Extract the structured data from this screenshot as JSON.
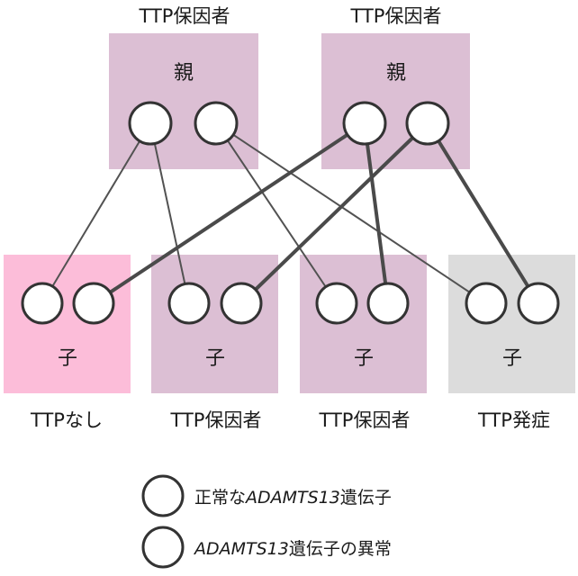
{
  "parents": [
    {
      "status": "TTP保因者",
      "label": "親",
      "box_color": "#dcbfd4",
      "alleles": [
        "normal",
        "abnormal"
      ]
    },
    {
      "status": "TTP保因者",
      "label": "親",
      "box_color": "#dcbfd4",
      "alleles": [
        "normal",
        "abnormal"
      ]
    }
  ],
  "children": [
    {
      "status": "TTPなし",
      "label": "子",
      "box_color": "#fcbdd9",
      "alleles": [
        "normal",
        "normal"
      ]
    },
    {
      "status": "TTP保因者",
      "label": "子",
      "box_color": "#dcbfd4",
      "alleles": [
        "normal",
        "abnormal"
      ]
    },
    {
      "status": "TTP保因者",
      "label": "子",
      "box_color": "#dcbfd4",
      "alleles": [
        "abnormal",
        "normal"
      ]
    },
    {
      "status": "TTP発症",
      "label": "子",
      "box_color": "#dcdcdc",
      "alleles": [
        "abnormal",
        "abnormal"
      ]
    }
  ],
  "inheritance": [
    {
      "parent": 0,
      "parent_allele": 0,
      "child": 0,
      "child_allele": 0
    },
    {
      "parent": 0,
      "parent_allele": 0,
      "child": 1,
      "child_allele": 0
    },
    {
      "parent": 0,
      "parent_allele": 1,
      "child": 2,
      "child_allele": 0
    },
    {
      "parent": 0,
      "parent_allele": 1,
      "child": 3,
      "child_allele": 0
    },
    {
      "parent": 1,
      "parent_allele": 0,
      "child": 0,
      "child_allele": 1
    },
    {
      "parent": 1,
      "parent_allele": 0,
      "child": 2,
      "child_allele": 1
    },
    {
      "parent": 1,
      "parent_allele": 1,
      "child": 1,
      "child_allele": 1
    },
    {
      "parent": 1,
      "parent_allele": 1,
      "child": 3,
      "child_allele": 1
    }
  ],
  "allele_colors": {
    "normal": "#ffffff",
    "abnormal": "#4b4b4b",
    "outline": "#333333"
  },
  "legend": {
    "normal": {
      "allele": "normal",
      "prefix": "正常な",
      "gene": "ADAMTS13",
      "suffix": "遺伝子"
    },
    "abnormal": {
      "allele": "abnormal",
      "gene": "ADAMTS13",
      "suffix": "遺伝子の異常"
    }
  }
}
